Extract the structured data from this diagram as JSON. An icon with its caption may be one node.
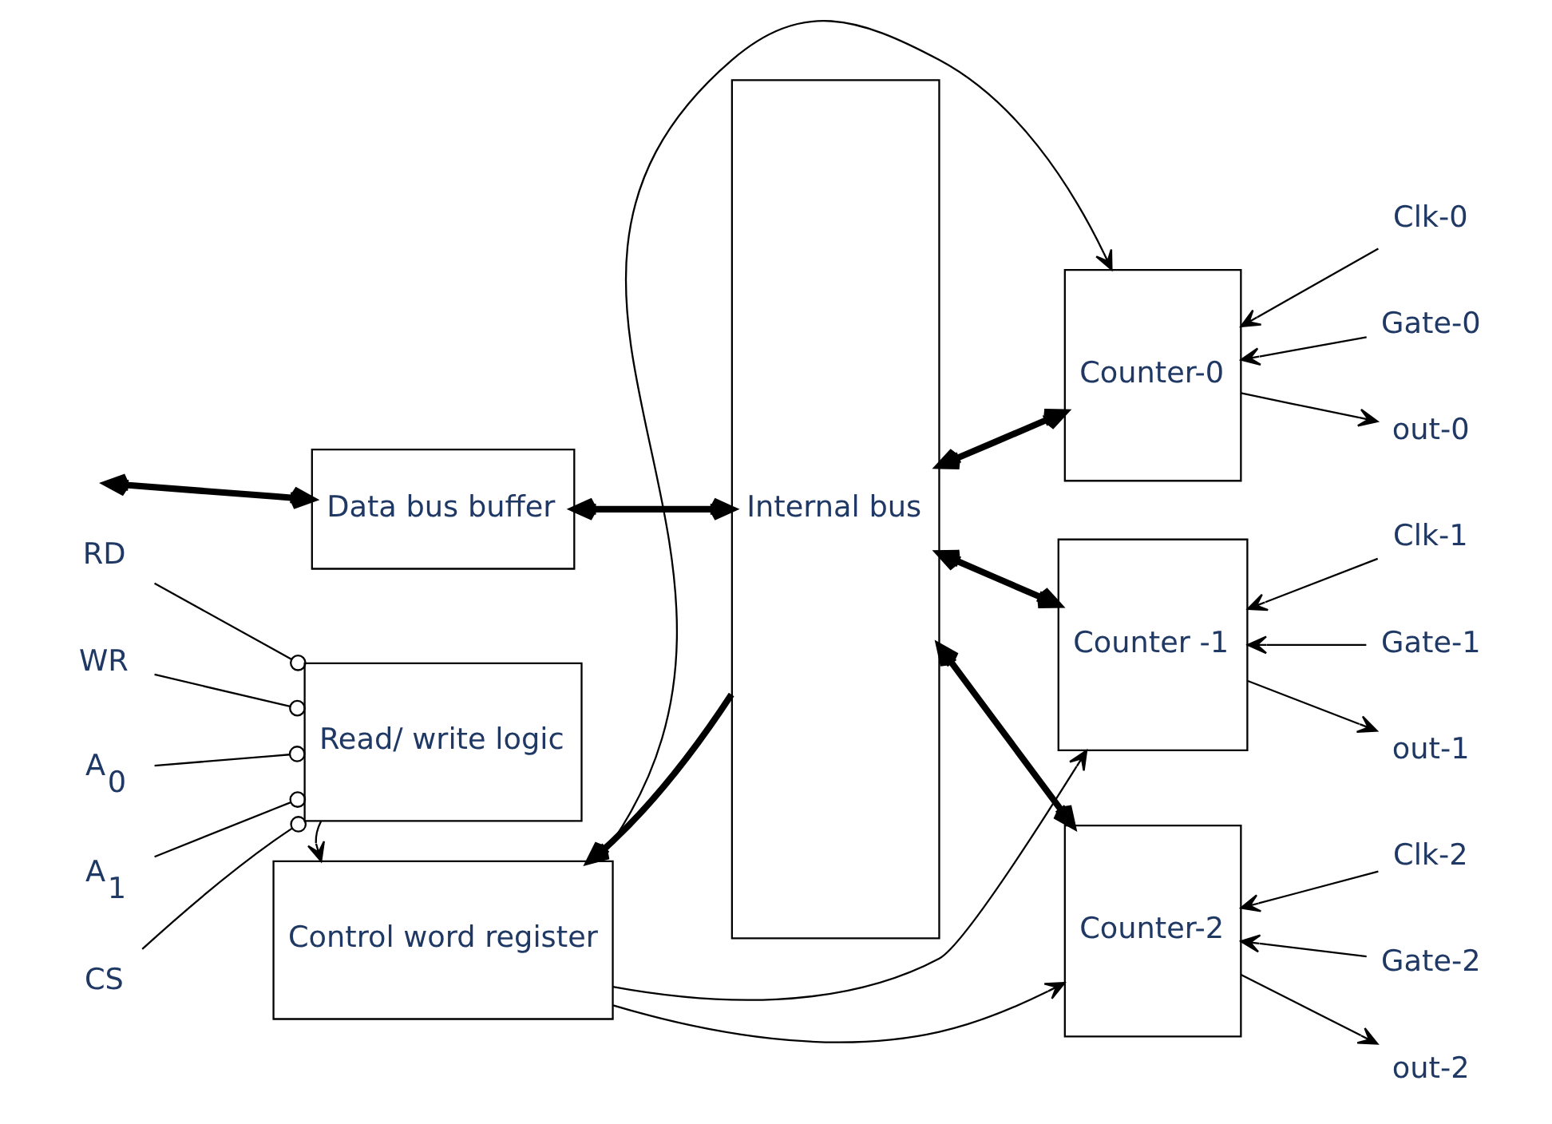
{
  "diagram": {
    "nodes": [
      {
        "text": [
          "Data bus buffer"
        ]
      },
      {
        "text": [
          "Read/ write logic"
        ]
      },
      {
        "text": [
          "Control word register"
        ]
      },
      {
        "text": [
          "Internal bus"
        ]
      },
      {
        "text": [
          "Counter-0"
        ]
      },
      {
        "text": [
          "Counter -1"
        ]
      },
      {
        "text": [
          "Counter-2"
        ]
      },
      {
        "text": [
          "RD"
        ]
      },
      {
        "text": [
          "WR"
        ]
      },
      {
        "text": [
          "A$_{0}$"
        ]
      },
      {
        "text": [
          "A$_{1}$"
        ]
      },
      {
        "text": [
          "CS"
        ]
      },
      {
        "text": [
          "Clk-0"
        ]
      },
      {
        "text": [
          "Gate-0"
        ]
      },
      {
        "text": [
          "out-0"
        ]
      },
      {
        "text": [
          "Clk-1"
        ]
      },
      {
        "text": [
          "Gate-1"
        ]
      },
      {
        "text": [
          "out-1"
        ]
      },
      {
        "text": [
          "Clk-2"
        ]
      },
      {
        "text": [
          "Gate-2"
        ]
      },
      {
        "text": [
          "out-2"
        ]
      }
    ],
    "edges": [
      {
        "from": null,
        "to": 0,
        "arrow": "both",
        "style": "thick"
      },
      {
        "from": 0,
        "to": 3,
        "arrow": "both",
        "style": "thick"
      },
      {
        "from": 3,
        "to": 4,
        "arrow": "both",
        "style": "thick"
      },
      {
        "from": 3,
        "to": 5,
        "arrow": "both",
        "style": "thick"
      },
      {
        "from": 3,
        "to": 6,
        "arrow": "both",
        "style": "thick"
      },
      {
        "from": 3,
        "to": 2,
        "arrow": "to",
        "style": "thick"
      },
      {
        "from": 7,
        "to": 1,
        "arrow": "other"
      },
      {
        "from": 8,
        "to": 1,
        "arrow": "other"
      },
      {
        "from": 9,
        "to": 1,
        "arrow": "other"
      },
      {
        "from": 10,
        "to": 1,
        "arrow": "other"
      },
      {
        "from": 11,
        "to": 1,
        "arrow": "other"
      },
      {
        "from": 1,
        "to": 2,
        "arrow": "to"
      },
      {
        "from": 2,
        "to": 4,
        "arrow": "to"
      },
      {
        "from": 2,
        "to": 5,
        "arrow": "to"
      },
      {
        "from": 2,
        "to": 6,
        "arrow": "to"
      },
      {
        "from": 12,
        "to": 4,
        "arrow": "to"
      },
      {
        "from": 13,
        "to": 4,
        "arrow": "to"
      },
      {
        "from": 4,
        "to": 14,
        "arrow": "to"
      },
      {
        "from": 15,
        "to": 5,
        "arrow": "to"
      },
      {
        "from": 16,
        "to": 5,
        "arrow": "to"
      },
      {
        "from": 5,
        "to": 17,
        "arrow": "to"
      },
      {
        "from": 18,
        "to": 6,
        "arrow": "to"
      },
      {
        "from": 19,
        "to": 6,
        "arrow": "to"
      },
      {
        "from": 6,
        "to": 20,
        "arrow": "to"
      }
    ]
  }
}
